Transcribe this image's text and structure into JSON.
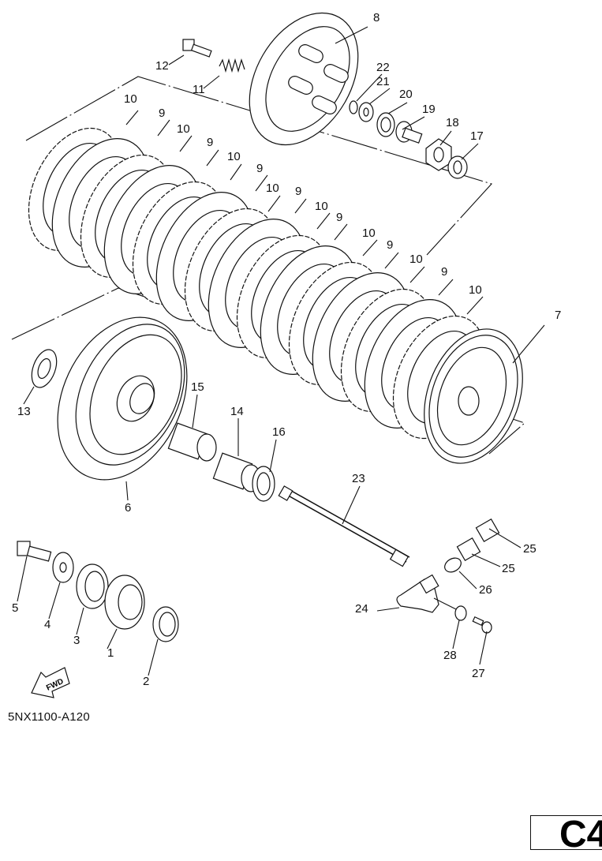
{
  "diagram": {
    "title": "Clutch assembly exploded parts diagram",
    "catalog_code": "5NX1100-A120",
    "page_tag": "C4",
    "fwd_arrow_label": "FWD",
    "callouts": [
      {
        "id": "1",
        "part": "primary driven gear"
      },
      {
        "id": "2",
        "part": "bearing"
      },
      {
        "id": "3",
        "part": "gear"
      },
      {
        "id": "4",
        "part": "washer"
      },
      {
        "id": "5",
        "part": "bolt"
      },
      {
        "id": "6",
        "part": "clutch housing / primary driven gear"
      },
      {
        "id": "7",
        "part": "clutch boss"
      },
      {
        "id": "8",
        "part": "pressure plate"
      },
      {
        "id": "9",
        "part": "clutch plate"
      },
      {
        "id": "10",
        "part": "friction plate"
      },
      {
        "id": "11",
        "part": "clutch spring"
      },
      {
        "id": "12",
        "part": "bolt"
      },
      {
        "id": "13",
        "part": "thrust plate"
      },
      {
        "id": "14",
        "part": "spacer"
      },
      {
        "id": "15",
        "part": "needle bearing"
      },
      {
        "id": "16",
        "part": "thrust washer"
      },
      {
        "id": "17",
        "part": "lock washer"
      },
      {
        "id": "18",
        "part": "nut"
      },
      {
        "id": "19",
        "part": "push rod"
      },
      {
        "id": "20",
        "part": "bearing"
      },
      {
        "id": "21",
        "part": "washer"
      },
      {
        "id": "22",
        "part": "circlip"
      },
      {
        "id": "23",
        "part": "push rod"
      },
      {
        "id": "24",
        "part": "push lever shaft"
      },
      {
        "id": "25",
        "part": "bearing"
      },
      {
        "id": "26",
        "part": "oil seal"
      },
      {
        "id": "27",
        "part": "screw"
      },
      {
        "id": "28",
        "part": "washer"
      }
    ],
    "plate_stack_labels": [
      "10",
      "9",
      "10",
      "9",
      "10",
      "9",
      "10",
      "9",
      "10",
      "9",
      "10",
      "9",
      "10",
      "9",
      "10"
    ]
  }
}
